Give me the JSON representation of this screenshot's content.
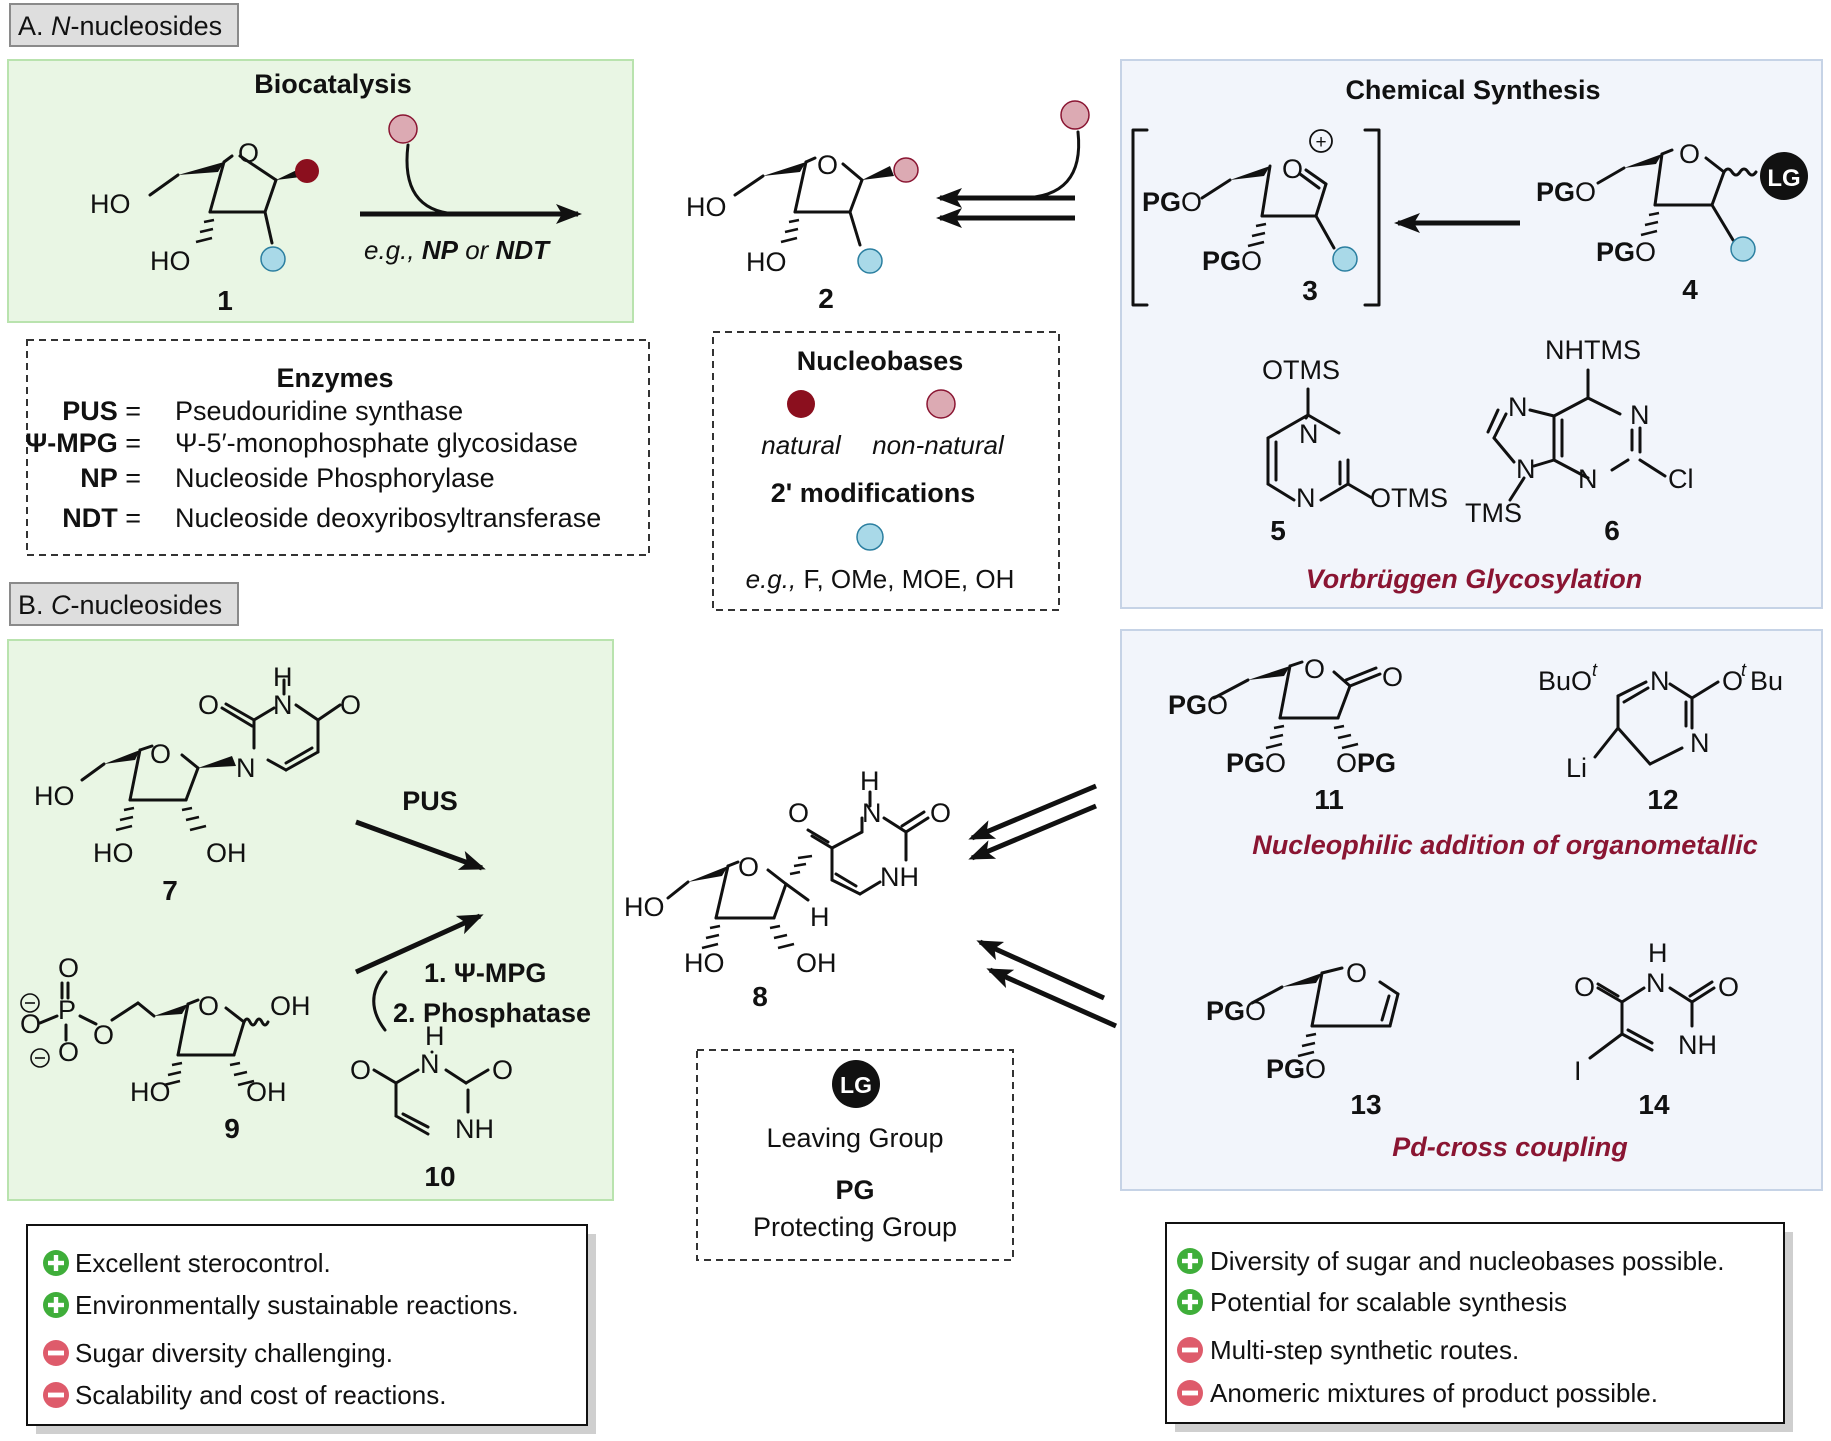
{
  "section_a": {
    "tag_letter": "A.",
    "tag_italic": "N",
    "tag_rest": "-nucleosides",
    "biocatalysis": {
      "title": "Biocatalysis",
      "reagent_italic": "e.g.,",
      "reagent_bold": "NP",
      "reagent_or": "or",
      "reagent_bold2": "NDT",
      "compound_label": "1"
    },
    "product_label": "2",
    "chemical_synthesis": {
      "title": "Chemical Synthesis",
      "intermediate_label": "3",
      "donor_label": "4",
      "lg": "LG",
      "silyl_base_1_label": "5",
      "silyl_base_2_label": "6",
      "method": "Vorbrüggen Glycosylation"
    },
    "enzymes": {
      "title": "Enzymes",
      "items": [
        {
          "abbr": "PUS",
          "name": "Pseudouridine synthase"
        },
        {
          "abbr": "Ψ-MPG",
          "name": "Ψ-5′-monophosphate glycosidase"
        },
        {
          "abbr": "NP",
          "name": "Nucleoside Phosphorylase"
        },
        {
          "abbr": "NDT",
          "name": "Nucleoside deoxyribosyltransferase"
        }
      ]
    },
    "nucleobases": {
      "title": "Nucleobases",
      "natural": "natural",
      "non_natural": "non-natural",
      "mods_title": "2' modifications",
      "mods_prefix": "e.g.,",
      "mods_list": "F, OMe, MOE, OH"
    }
  },
  "section_b": {
    "tag_letter": "B.",
    "tag_italic": "C",
    "tag_rest": "-nucleosides",
    "enzymatic": {
      "labels": [
        "7",
        "9",
        "10"
      ],
      "step_pus": "PUS",
      "step_1": "1. Ψ-MPG",
      "step_2": "2. Phosphatase"
    },
    "product_label": "8",
    "legend": {
      "lg": "LG",
      "lg_text": "Leaving Group",
      "pg": "PG",
      "pg_text": "Protecting Group"
    },
    "organometallic": {
      "labels": [
        "11",
        "12"
      ],
      "method": "Nucleophilic addition of organometallic"
    },
    "pd": {
      "labels": [
        "13",
        "14"
      ],
      "method": "Pd-cross coupling"
    }
  },
  "pros_cons_left": [
    {
      "kind": "pro",
      "text": "Excellent sterocontrol."
    },
    {
      "kind": "pro",
      "text": "Environmentally sustainable reactions."
    },
    {
      "kind": "con",
      "text": "Sugar diversity challenging."
    },
    {
      "kind": "con",
      "text": "Scalability and cost of reactions."
    }
  ],
  "pros_cons_right": [
    {
      "kind": "pro",
      "text": "Diversity of sugar and nucleobases possible."
    },
    {
      "kind": "pro",
      "text": "Potential for scalable synthesis"
    },
    {
      "kind": "con",
      "text": "Multi-step synthetic routes."
    },
    {
      "kind": "con",
      "text": "Anomeric mixtures of product possible."
    }
  ],
  "colors": {
    "bio_panel": "#e9f6e4",
    "bio_border": "#b9e3ae",
    "chem_panel": "#f2f5fb",
    "chem_border": "#c6d3e6",
    "natural_base": "#8b0f1e",
    "non_natural_base": "#dcaab3",
    "modification": "#a9d9e8",
    "method_red": "#8a1532",
    "pro_green": "#3fae3a",
    "con_red": "#de5b6b"
  }
}
